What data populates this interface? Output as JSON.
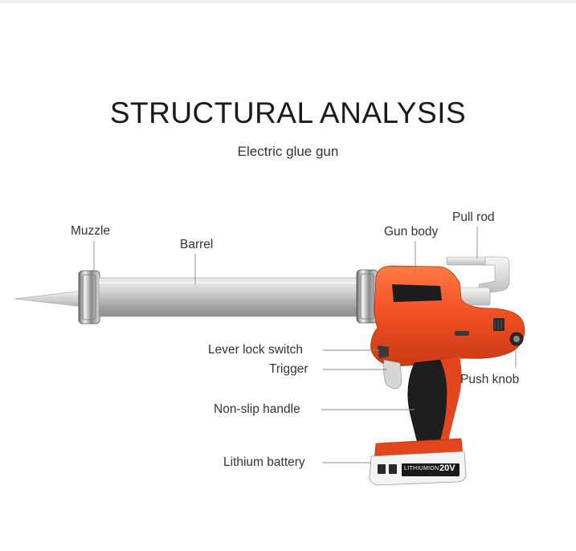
{
  "title": "STRUCTURAL ANALYSIS",
  "subtitle": "Electric glue gun",
  "labels": {
    "muzzle": "Muzzle",
    "barrel": "Barrel",
    "gun_body": "Gun body",
    "pull_rod": "Pull rod",
    "lever_lock_switch": "Lever lock switch",
    "trigger": "Trigger",
    "push_knob": "Push knob",
    "non_slip_handle": "Non-slip handle",
    "lithium_battery": "Lithium battery"
  },
  "battery": {
    "brand": "LITHIUMION",
    "voltage": "20V"
  },
  "colors": {
    "body_orange": "#f04e23",
    "handle_black": "#1e1e1e",
    "barrel_silver": "#c9c9c9"
  }
}
